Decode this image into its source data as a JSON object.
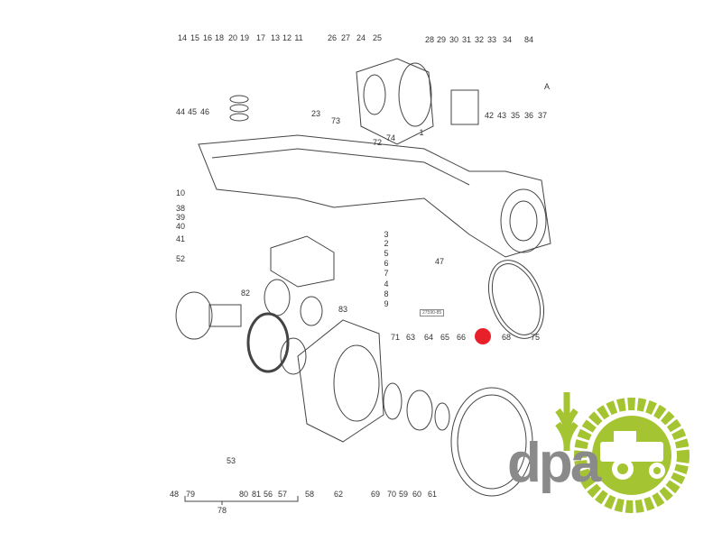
{
  "diagram": {
    "part_labels": [
      "14",
      "15",
      "16",
      "18",
      "20",
      "19",
      "17",
      "13",
      "12",
      "11",
      "26",
      "27",
      "24",
      "25",
      "28",
      "29",
      "30",
      "31",
      "32",
      "33",
      "34",
      "84",
      "A",
      "44",
      "45",
      "46",
      "23",
      "73",
      "74",
      "72",
      "1",
      "42",
      "43",
      "35",
      "36",
      "37",
      "10",
      "38",
      "39",
      "40",
      "41",
      "3",
      "2",
      "5",
      "6",
      "7",
      "4",
      "8",
      "9",
      "47",
      "52",
      "82",
      "83",
      "71",
      "63",
      "64",
      "65",
      "66",
      "68",
      "75",
      "53",
      "48",
      "79",
      "80",
      "81",
      "56",
      "57",
      "58",
      "62",
      "69",
      "70",
      "59",
      "60",
      "61",
      "78"
    ],
    "plate_code": "27590-85",
    "highlight_color": "#e8202a"
  },
  "logo": {
    "text": "dpa",
    "green": "#a5c431",
    "grey": "#8a8a8a"
  }
}
